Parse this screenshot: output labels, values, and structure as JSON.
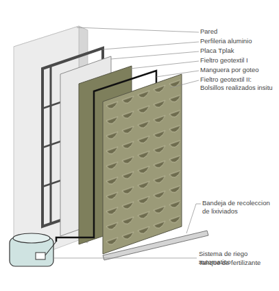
{
  "diagram": {
    "labels": [
      "Pared",
      "Perfileria aluminio",
      "Placa Tplak",
      "Fieltro geotextil I",
      "Manguera por goteo",
      "Fieltro geotextil II: Bolsillos realizados insitu",
      "Bandeja de recoleccion de lixiviados",
      "Sistema de riego automatico",
      "Tanque de fertilizante"
    ]
  }
}
